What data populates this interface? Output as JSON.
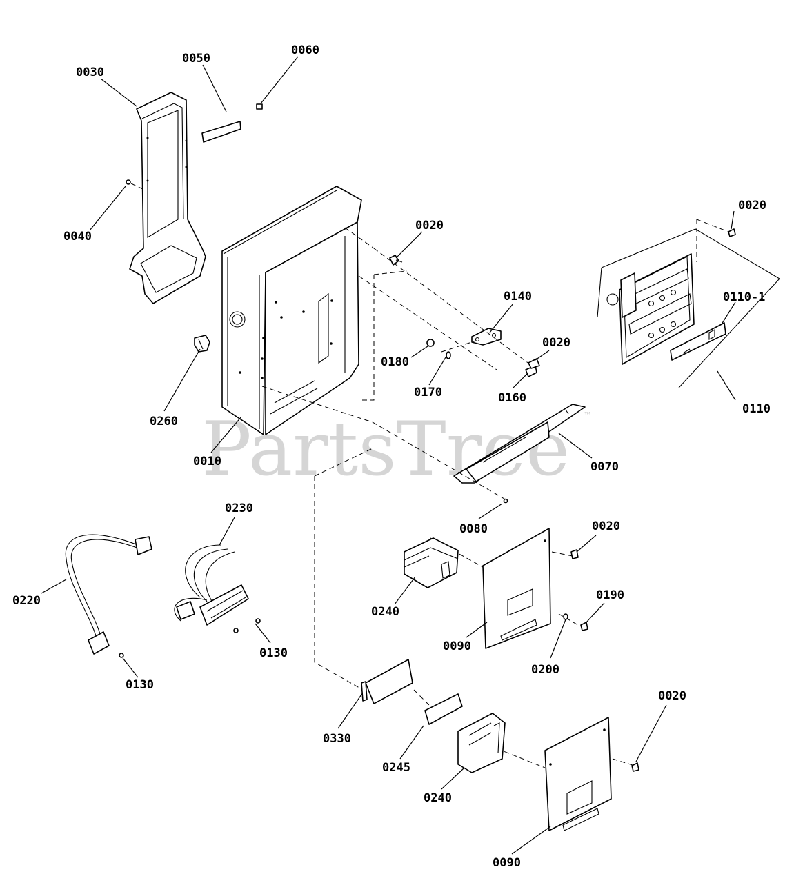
{
  "watermark": {
    "text": "PartsTree",
    "trademark": "™"
  },
  "callouts": [
    "0030",
    "0050",
    "0060",
    "0040",
    "0020",
    "0020",
    "0140",
    "0110-1",
    "0180",
    "0020",
    "0170",
    "0160",
    "0110",
    "0260",
    "0010",
    "0070",
    "0080",
    "0230",
    "0020",
    "0220",
    "0240",
    "0190",
    "0130",
    "0090",
    "0130",
    "0200",
    "0020",
    "0330",
    "0245",
    "0240",
    "0090"
  ]
}
